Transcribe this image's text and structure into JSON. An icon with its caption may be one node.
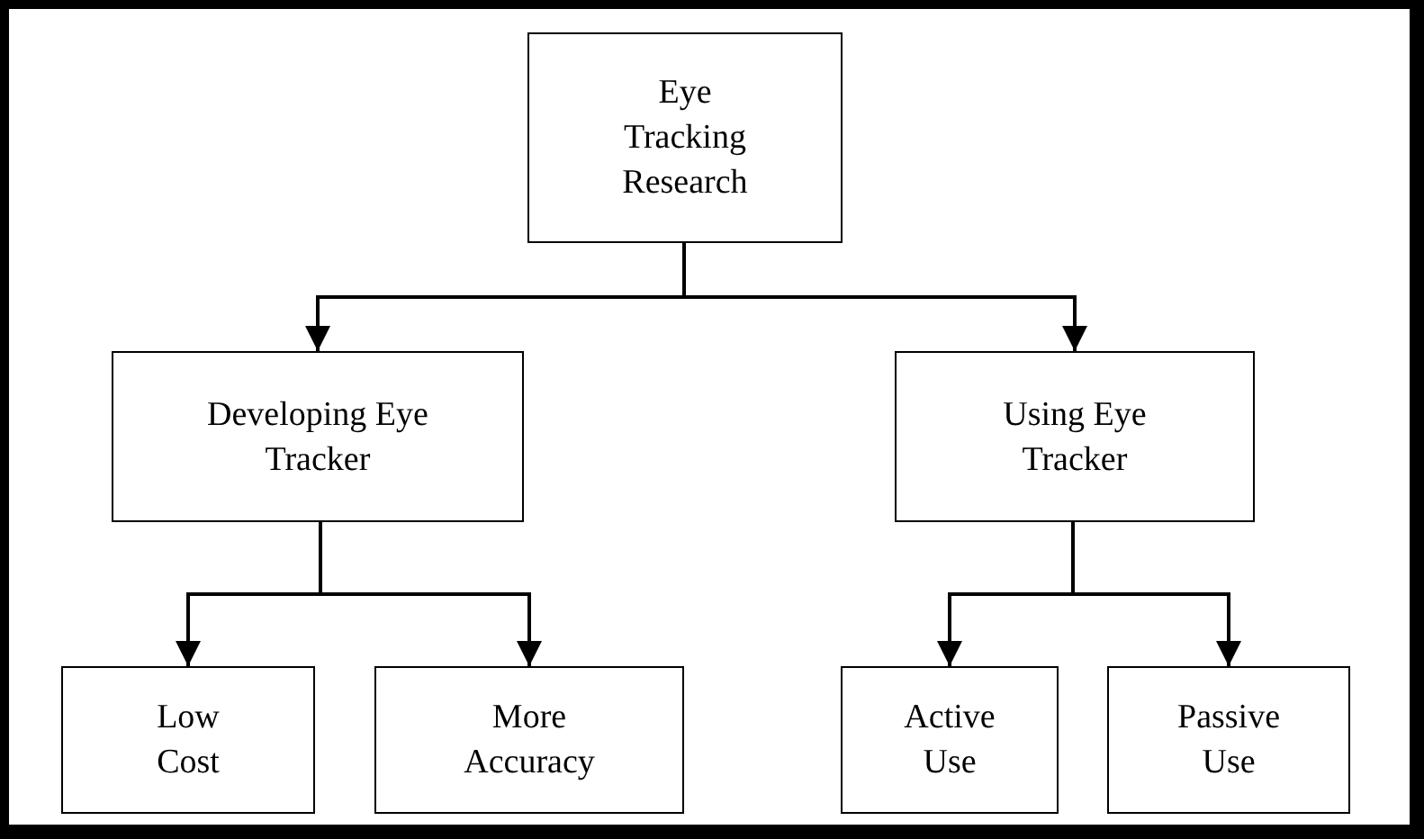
{
  "diagram": {
    "nodes": [
      {
        "text": [
          "Eye Tracking Research"
        ]
      },
      {
        "text": [
          "Developing Eye Tracker"
        ]
      },
      {
        "text": [
          "Using Eye Tracker"
        ]
      },
      {
        "text": [
          "Low Cost"
        ]
      },
      {
        "text": [
          "More Accuracy"
        ]
      },
      {
        "text": [
          "Active Use"
        ]
      },
      {
        "text": [
          "Passive Use"
        ]
      }
    ],
    "edges": [
      {
        "from": 0,
        "to": 1,
        "arrow": "to"
      },
      {
        "from": 0,
        "to": 2,
        "arrow": "to"
      },
      {
        "from": 1,
        "to": 3,
        "arrow": "to"
      },
      {
        "from": 1,
        "to": 4,
        "arrow": "to"
      },
      {
        "from": 2,
        "to": 5,
        "arrow": "to"
      },
      {
        "from": 2,
        "to": 6,
        "arrow": "to"
      }
    ]
  }
}
